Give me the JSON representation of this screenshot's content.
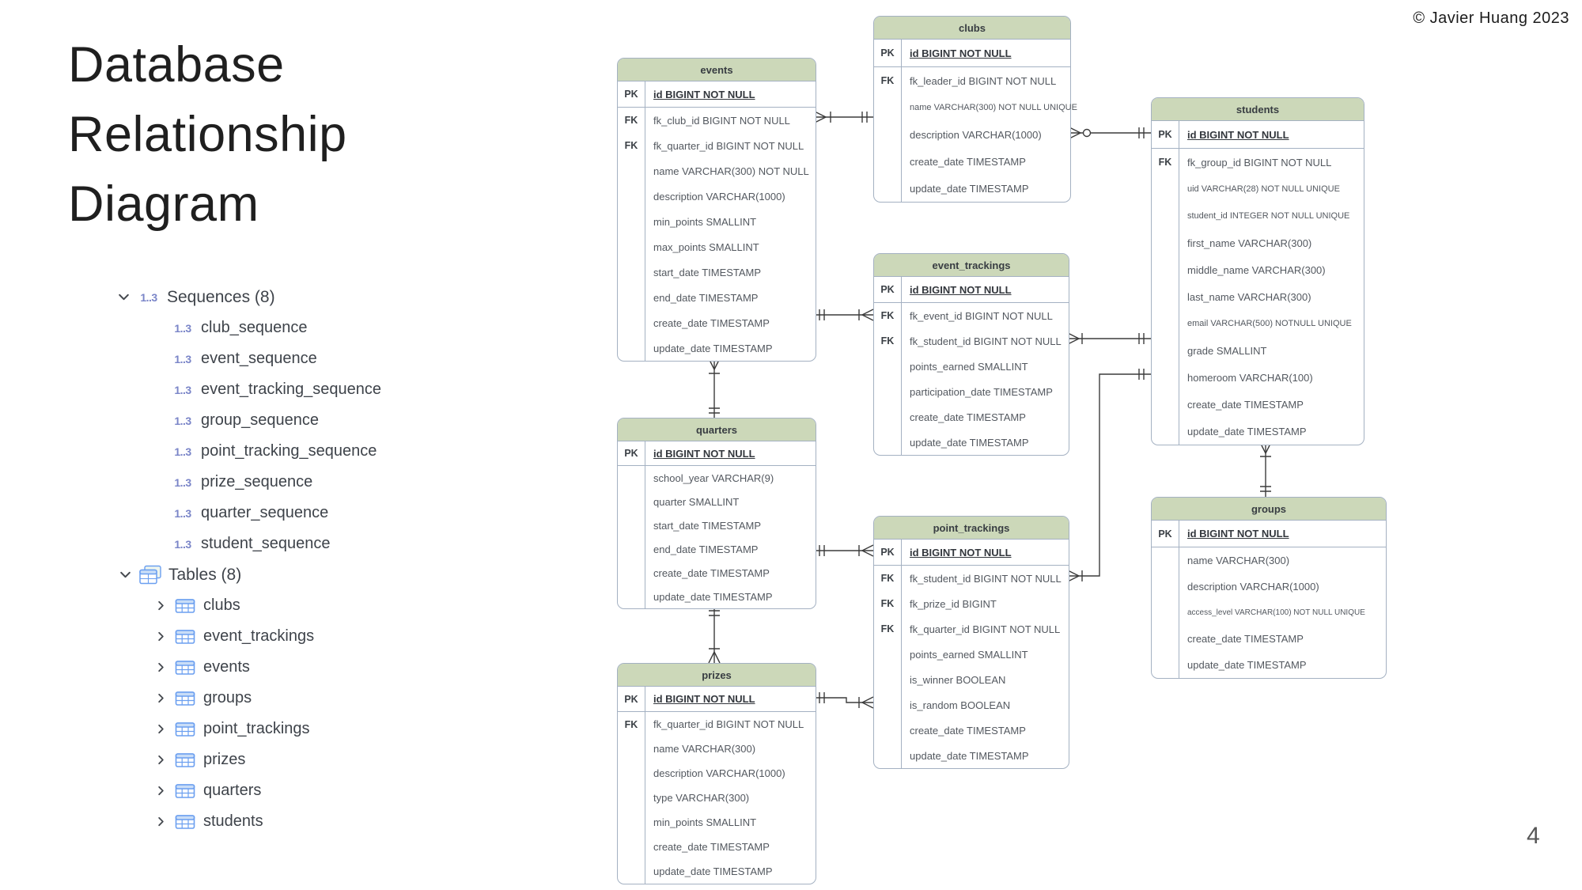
{
  "slide": {
    "title_lines": [
      "Database",
      "Relationship",
      "Diagram"
    ],
    "copyright": "© Javier Huang 2023",
    "page_number": "4"
  },
  "tree": {
    "sequences": {
      "label": "Sequences (8)",
      "icon_label": "1..3",
      "items": [
        "club_sequence",
        "event_sequence",
        "event_tracking_sequence",
        "group_sequence",
        "point_tracking_sequence",
        "prize_sequence",
        "quarter_sequence",
        "student_sequence"
      ]
    },
    "tables": {
      "label": "Tables (8)",
      "items": [
        "clubs",
        "event_trackings",
        "events",
        "groups",
        "point_trackings",
        "prizes",
        "quarters",
        "students"
      ]
    }
  },
  "erd": {
    "tables": [
      {
        "id": "clubs",
        "title": "clubs",
        "rows": [
          {
            "key": "PK",
            "text": "id BIGINT NOT NULL",
            "pk": true
          },
          {
            "key": "FK",
            "text": "fk_leader_id BIGINT NOT NULL"
          },
          {
            "key": "",
            "text": "name VARCHAR(300) NOT NULL UNIQUE"
          },
          {
            "key": "",
            "text": "description VARCHAR(1000)"
          },
          {
            "key": "",
            "text": "create_date TIMESTAMP"
          },
          {
            "key": "",
            "text": "update_date TIMESTAMP"
          }
        ]
      },
      {
        "id": "events",
        "title": "events",
        "rows": [
          {
            "key": "PK",
            "text": "id BIGINT NOT NULL",
            "pk": true
          },
          {
            "key": "FK",
            "text": "fk_club_id BIGINT NOT NULL"
          },
          {
            "key": "FK",
            "text": "fk_quarter_id BIGINT NOT NULL"
          },
          {
            "key": "",
            "text": "name VARCHAR(300) NOT NULL"
          },
          {
            "key": "",
            "text": "description VARCHAR(1000)"
          },
          {
            "key": "",
            "text": "min_points SMALLINT"
          },
          {
            "key": "",
            "text": "max_points SMALLINT"
          },
          {
            "key": "",
            "text": "start_date TIMESTAMP"
          },
          {
            "key": "",
            "text": "end_date TIMESTAMP"
          },
          {
            "key": "",
            "text": "create_date TIMESTAMP"
          },
          {
            "key": "",
            "text": "update_date TIMESTAMP"
          }
        ]
      },
      {
        "id": "students",
        "title": "students",
        "rows": [
          {
            "key": "PK",
            "text": "id BIGINT NOT NULL",
            "pk": true
          },
          {
            "key": "FK",
            "text": "fk_group_id BIGINT NOT NULL"
          },
          {
            "key": "",
            "text": "uid VARCHAR(28) NOT NULL UNIQUE"
          },
          {
            "key": "",
            "text": "student_id INTEGER NOT NULL UNIQUE"
          },
          {
            "key": "",
            "text": "first_name VARCHAR(300)"
          },
          {
            "key": "",
            "text": "middle_name VARCHAR(300)"
          },
          {
            "key": "",
            "text": "last_name VARCHAR(300)"
          },
          {
            "key": "",
            "text": "email VARCHAR(500) NOTNULL UNIQUE"
          },
          {
            "key": "",
            "text": "grade SMALLINT"
          },
          {
            "key": "",
            "text": "homeroom VARCHAR(100)"
          },
          {
            "key": "",
            "text": "create_date TIMESTAMP"
          },
          {
            "key": "",
            "text": "update_date TIMESTAMP"
          }
        ]
      },
      {
        "id": "event_trackings",
        "title": "event_trackings",
        "rows": [
          {
            "key": "PK",
            "text": "id BIGINT NOT NULL",
            "pk": true
          },
          {
            "key": "FK",
            "text": "fk_event_id BIGINT NOT NULL"
          },
          {
            "key": "FK",
            "text": "fk_student_id BIGINT NOT NULL"
          },
          {
            "key": "",
            "text": "points_earned SMALLINT"
          },
          {
            "key": "",
            "text": "participation_date TIMESTAMP"
          },
          {
            "key": "",
            "text": "create_date TIMESTAMP"
          },
          {
            "key": "",
            "text": "update_date TIMESTAMP"
          }
        ]
      },
      {
        "id": "quarters",
        "title": "quarters",
        "rows": [
          {
            "key": "PK",
            "text": "id BIGINT NOT NULL",
            "pk": true
          },
          {
            "key": "",
            "text": "school_year VARCHAR(9)"
          },
          {
            "key": "",
            "text": "quarter SMALLINT"
          },
          {
            "key": "",
            "text": "start_date TIMESTAMP"
          },
          {
            "key": "",
            "text": "end_date TIMESTAMP"
          },
          {
            "key": "",
            "text": "create_date TIMESTAMP"
          },
          {
            "key": "",
            "text": "update_date TIMESTAMP"
          }
        ]
      },
      {
        "id": "point_trackings",
        "title": "point_trackings",
        "rows": [
          {
            "key": "PK",
            "text": "id BIGINT NOT NULL",
            "pk": true
          },
          {
            "key": "FK",
            "text": "fk_student_id BIGINT NOT NULL"
          },
          {
            "key": "FK",
            "text": "fk_prize_id BIGINT"
          },
          {
            "key": "FK",
            "text": "fk_quarter_id BIGINT NOT NULL"
          },
          {
            "key": "",
            "text": "points_earned SMALLINT"
          },
          {
            "key": "",
            "text": "is_winner BOOLEAN"
          },
          {
            "key": "",
            "text": "is_random BOOLEAN"
          },
          {
            "key": "",
            "text": "create_date TIMESTAMP"
          },
          {
            "key": "",
            "text": "update_date TIMESTAMP"
          }
        ]
      },
      {
        "id": "groups",
        "title": "groups",
        "rows": [
          {
            "key": "PK",
            "text": "id BIGINT NOT NULL",
            "pk": true
          },
          {
            "key": "",
            "text": "name VARCHAR(300)"
          },
          {
            "key": "",
            "text": "description VARCHAR(1000)"
          },
          {
            "key": "",
            "text": "access_level VARCHAR(100) NOT NULL UNIQUE"
          },
          {
            "key": "",
            "text": "create_date TIMESTAMP"
          },
          {
            "key": "",
            "text": "update_date TIMESTAMP"
          }
        ]
      },
      {
        "id": "prizes",
        "title": "prizes",
        "rows": [
          {
            "key": "PK",
            "text": "id BIGINT NOT NULL",
            "pk": true
          },
          {
            "key": "FK",
            "text": "fk_quarter_id BIGINT NOT NULL"
          },
          {
            "key": "",
            "text": "name VARCHAR(300)"
          },
          {
            "key": "",
            "text": "description VARCHAR(1000)"
          },
          {
            "key": "",
            "text": "type VARCHAR(300)"
          },
          {
            "key": "",
            "text": "min_points SMALLINT"
          },
          {
            "key": "",
            "text": "create_date TIMESTAMP"
          },
          {
            "key": "",
            "text": "update_date TIMESTAMP"
          }
        ]
      }
    ],
    "relationships": [
      {
        "from": "events",
        "to": "clubs",
        "from_end": "many",
        "to_end": "one"
      },
      {
        "from": "clubs",
        "to": "students",
        "from_end": "zero-or-many",
        "to_end": "one"
      },
      {
        "from": "events",
        "to": "quarters",
        "from_end": "many",
        "to_end": "one"
      },
      {
        "from": "event_trackings",
        "to": "events",
        "from_end": "many",
        "to_end": "one"
      },
      {
        "from": "event_trackings",
        "to": "students",
        "from_end": "many",
        "to_end": "one"
      },
      {
        "from": "point_trackings",
        "to": "students",
        "from_end": "many",
        "to_end": "one"
      },
      {
        "from": "point_trackings",
        "to": "quarters",
        "from_end": "many",
        "to_end": "one"
      },
      {
        "from": "point_trackings",
        "to": "prizes",
        "from_end": "many",
        "to_end": "one"
      },
      {
        "from": "prizes",
        "to": "quarters",
        "from_end": "many",
        "to_end": "one"
      },
      {
        "from": "students",
        "to": "groups",
        "from_end": "many",
        "to_end": "one"
      }
    ]
  },
  "colors": {
    "table_header_fill": "#ccd8b9",
    "table_border": "#a4b1c2",
    "field_text": "#53585f",
    "tree_text": "#3e434a",
    "sequence_icon": "#7a85c8",
    "table_icon": "#6b9ff0",
    "connector": "#3c3c3c",
    "title_text": "#1f1f1f"
  }
}
